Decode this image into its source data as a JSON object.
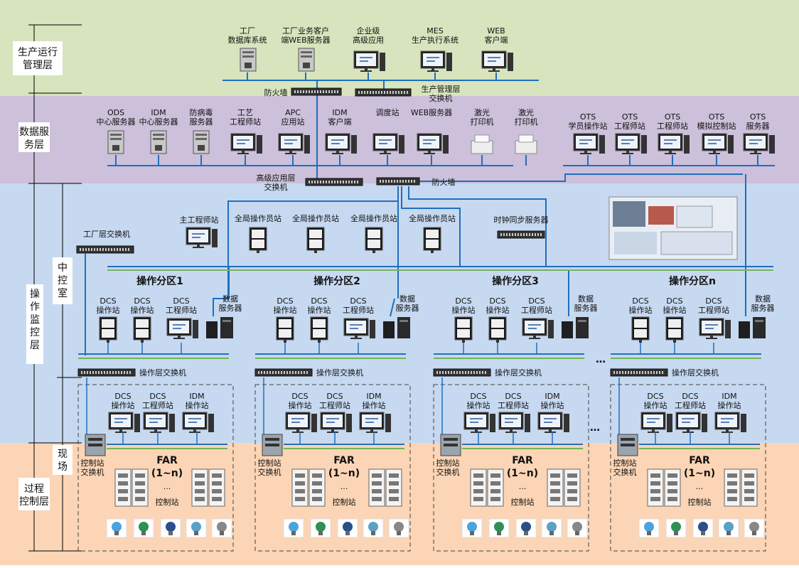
{
  "layers": {
    "production": "生产运行\n管理层",
    "data_service": "数据服\n务层",
    "operation": "操\n作\n监\n控\n层",
    "process": "过程\n控制层",
    "control_room": "中\n控\n室",
    "field": "现\n场"
  },
  "top": {
    "items": [
      "工厂\n数据库系统",
      "工厂业务客户\n端WEB服务器",
      "企业级\n高级应用",
      "MES\n生产执行系统",
      "WEB\n客户端"
    ],
    "firewall": "防火墙",
    "switch": "生产管理层\n交换机"
  },
  "data": {
    "items": [
      "ODS\n中心服务器",
      "IDM\n中心服务器",
      "防病毒\n服务器",
      "工艺\n工程师站",
      "APC\n应用站",
      "IDM\n客户端",
      "调度站",
      "WEB服务器",
      "激光\n打印机",
      "激光\n打印机"
    ],
    "ots": [
      "OTS\n学员操作站",
      "OTS\n工程师站",
      "OTS\n工程师站",
      "OTS\n模拟控制站",
      "OTS\n服务器"
    ],
    "adv_switch": "高级应用层\n交换机",
    "firewall": "防火墙"
  },
  "ops": {
    "plant_switch": "工厂层交换机",
    "main_eng": "主工程师站",
    "global_ops": [
      "全局操作员站",
      "全局操作员站",
      "全局操作员站",
      "全局操作员站"
    ],
    "clock": "时钟同步服务器",
    "partitions": [
      "操作分区1",
      "操作分区2",
      "操作分区3",
      "操作分区n"
    ],
    "stations": [
      "DCS\n操作站",
      "DCS\n操作站",
      "DCS\n工程师站"
    ],
    "data_server": "数据\n服务器",
    "switch": "操作层交换机",
    "ellipsis": "…"
  },
  "far": {
    "stations": [
      "DCS\n操作站",
      "DCS\n工程师站",
      "IDM\n操作站"
    ],
    "ctrl_switch": "控制站\n交换机",
    "far_label": "FAR\n(1~n)",
    "dots": "...",
    "ctrl_station": "控制站"
  },
  "colors": {
    "prod_bg": "#d7e4bd",
    "data_bg": "#ccc0da",
    "op_bg": "#c6d9f1",
    "proc_bg": "#fbd5b5",
    "bus": "#1f6fbf",
    "green_bus": "#77b255"
  }
}
